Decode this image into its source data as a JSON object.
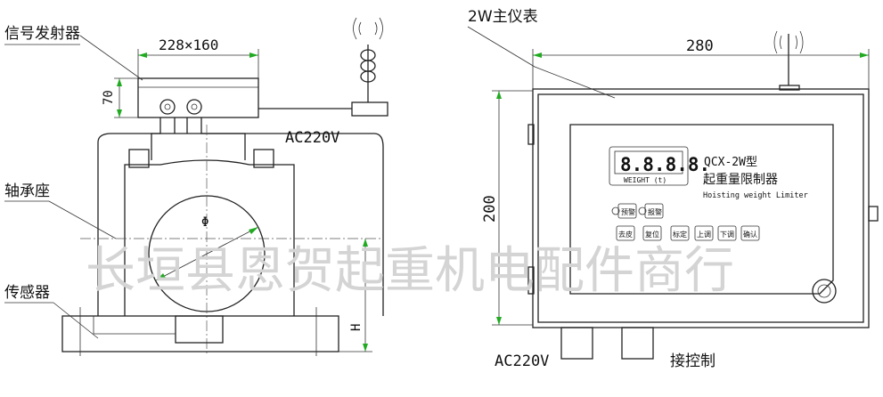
{
  "left": {
    "transmitter_label": "信号发射器",
    "bearing_label": "轴承座",
    "sensor_label": "传感器",
    "dim_box": "228×160",
    "dim_height": "70",
    "power_label": "AC220V",
    "h_label": "H",
    "phi": "Φ"
  },
  "right": {
    "instrument_label": "2W主仪表",
    "dim_width": "280",
    "dim_height": "200",
    "display": "8.8.8.8.",
    "display_unit": "WEIGHT (t)",
    "model": "QCX-2W型",
    "title_cn": "起重量限制器",
    "title_en": "Hoisting weight Limiter",
    "indicators": [
      "预警",
      "报警"
    ],
    "buttons": [
      "去皮",
      "复位",
      "标定",
      "上调",
      "下调",
      "确认"
    ],
    "power_label": "AC220V",
    "control_label": "接控制"
  },
  "watermark": "长垣县恩贺起重机电配件商行",
  "colors": {
    "line": "#222222",
    "arrow": "#22aa22",
    "watermark": "#cccccc"
  }
}
